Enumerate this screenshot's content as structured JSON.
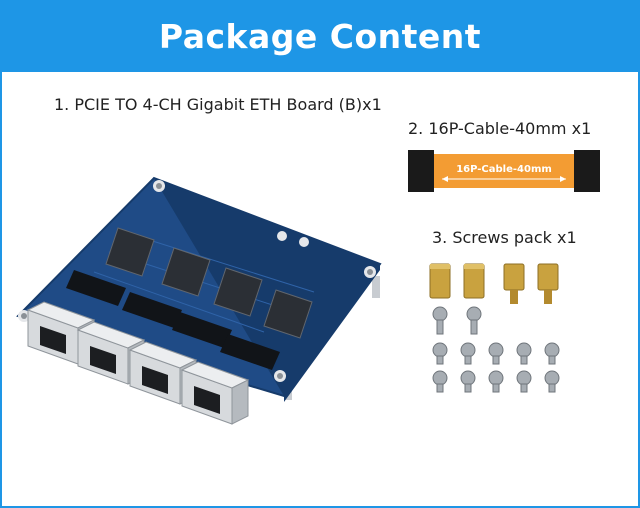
{
  "header": {
    "title": "Package Content"
  },
  "items": [
    {
      "label": "1. PCIE TO 4-CH Gigabit ETH Board (B)x1"
    },
    {
      "label": "2. 16P-Cable-40mm x1",
      "cable_text": "16P-Cable-40mm"
    },
    {
      "label": "3. Screws pack x1"
    }
  ],
  "colors": {
    "header_bg": "#1e96e6",
    "board": "#1f4b86",
    "cable": "#f39c33",
    "brass": "#c9a23f",
    "steel": "#a7adb3"
  }
}
